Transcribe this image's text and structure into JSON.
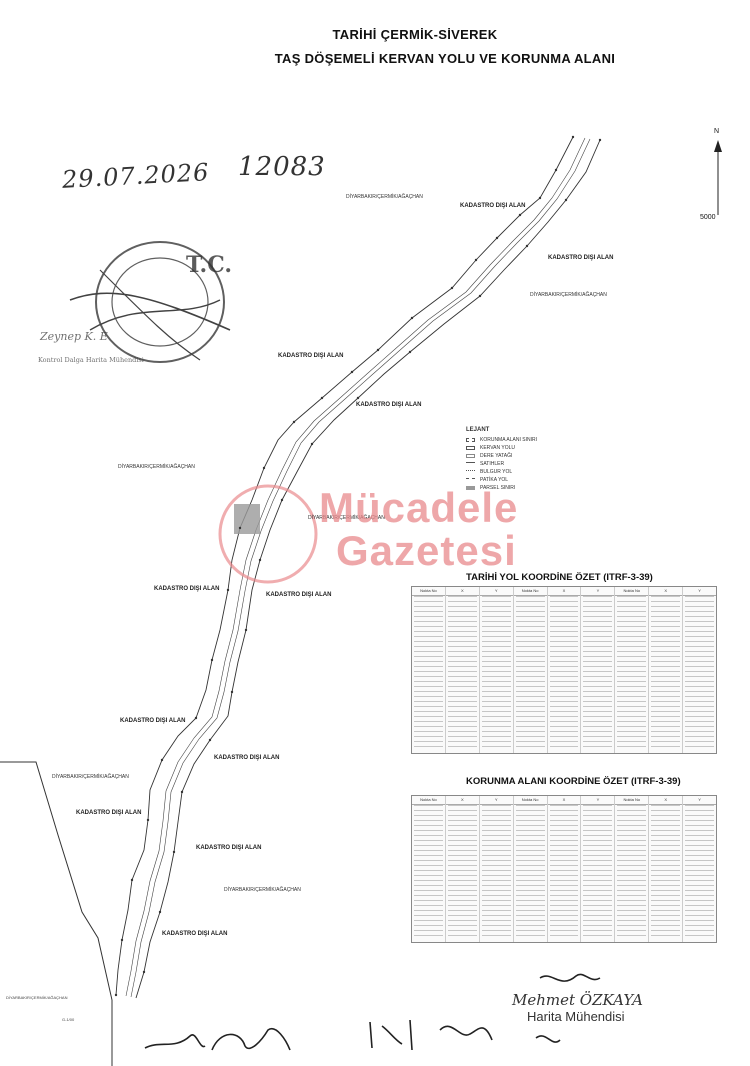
{
  "header": {
    "title_line1": "TARİHİ ÇERMİK-SİVEREK",
    "title_line2": "TAŞ DÖŞEMELİ KERVAN YOLU VE KORUNMA ALANI"
  },
  "handwritten": {
    "date": "29.07.2026",
    "number": "12083"
  },
  "stamp": {
    "text_large": "T.C.",
    "text_name": "Zeynep K. E",
    "text_role": "Kontrol Dalga Harita Mühendisi"
  },
  "map_labels": {
    "diyarbakir_1": "DİYARBAKIR/ÇERMİK/AĞAÇHAN",
    "diyarbakir_2": "DİYARBAKIR/ÇERMİK/AĞAÇHAN",
    "diyarbakir_3": "DİYARBAKIR/ÇERMİK/AĞAÇHAN",
    "diyarbakir_4": "DİYARBAKIR/ÇERMİK/AĞAÇHAN",
    "diyarbakir_5": "DİYARBAKIR/ÇERMİK/AĞAÇHAN",
    "diyarbakir_6": "DİYARBAKIR/ÇERMİK/AĞAÇHAN",
    "kadastro_1": "KADASTRO DIŞI ALAN",
    "kadastro_2": "KADASTRO DIŞI ALAN",
    "kadastro_3": "KADASTRO DIŞI ALAN",
    "kadastro_4": "KADASTRO DIŞI ALAN",
    "kadastro_5": "KADASTRO DIŞI ALAN",
    "kadastro_6": "KADASTRO DIŞI ALAN",
    "kadastro_7": "KADASTRO DIŞI ALAN",
    "kadastro_8": "KADASTRO DIŞI ALAN",
    "kadastro_9": "KADASTRO DIŞI ALAN",
    "kadastro_10": "KADASTRO DIŞI ALAN",
    "kadastro_11": "KADASTRO DIŞI ALAN",
    "north": "N",
    "scale": "5000"
  },
  "legend": {
    "heading": "LEJANT",
    "items": [
      "KORUNMA ALANI SINIRI",
      "KERVAN YOLU",
      "DERE YATAĞI",
      "SATIHLER",
      "BULGUR YOL",
      "PATİKA YOL",
      "PARSEL SINIRI"
    ]
  },
  "tables": {
    "road_title": "TARİHİ YOL KOORDİNE ÖZET (ITRF-3-39)",
    "protection_title": "KORUNMA ALANI KOORDİNE ÖZET (ITRF-3-39)",
    "col_headers": [
      "Nokta No",
      "X",
      "Y",
      "Nokta No",
      "X",
      "Y",
      "Nokta No",
      "X",
      "Y"
    ]
  },
  "watermark": {
    "line1": "Mücadele",
    "line2": "Gazetesi"
  },
  "signature": {
    "name": "Mehmet ÖZKAYA",
    "title": "Harita Mühendisi"
  },
  "inset": {
    "label": "DİYARBAKIR/ÇERMİK/AĞAÇHAN",
    "sub": "G-1/00"
  },
  "colors": {
    "watermark": "#e98a8d",
    "line": "#222222"
  }
}
